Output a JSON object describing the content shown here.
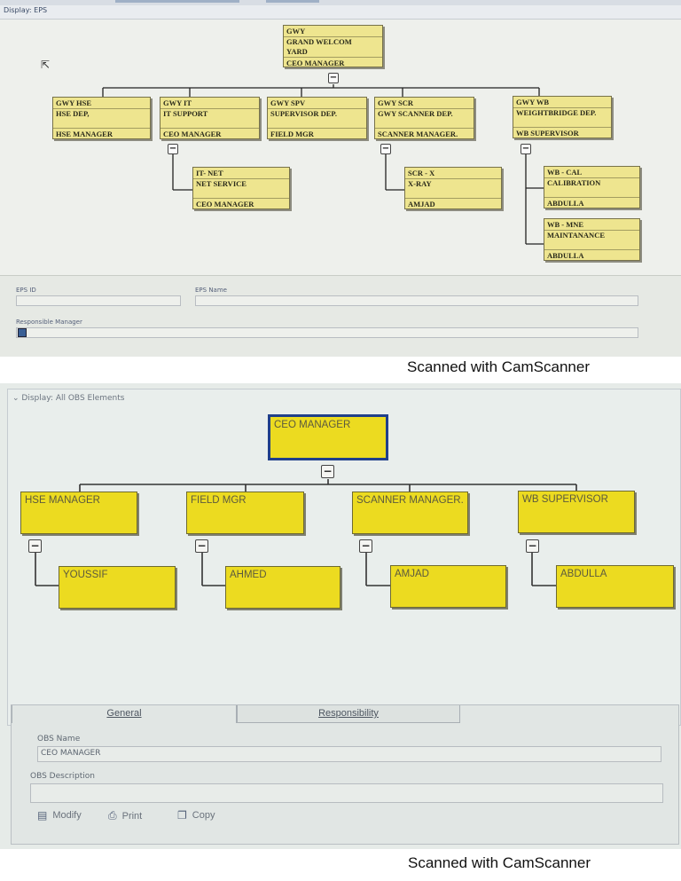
{
  "eps_panel": {
    "header": "Display: EPS",
    "root": {
      "code": "GWY",
      "name": "GRAND WELCOM\nYARD",
      "manager": "CEO MANAGER"
    },
    "children": [
      {
        "code": "GWY HSE",
        "name": "HSE DEP,",
        "manager": "HSE MANAGER"
      },
      {
        "code": "GWY IT",
        "name": "IT SUPPORT",
        "manager": "CEO MANAGER"
      },
      {
        "code": "GWY SPV",
        "name": "SUPERVISOR DEP.",
        "manager": "FIELD MGR"
      },
      {
        "code": "GWY SCR",
        "name": "GWY SCANNER DEP.",
        "manager": "SCANNER MANAGER."
      },
      {
        "code": "GWY WB",
        "name": "WEIGHTBRIDGE DEP.",
        "manager": "WB SUPERVISOR"
      }
    ],
    "grandchildren": [
      {
        "code": "IT- NET",
        "name": "NET SERVICE",
        "manager": "CEO MANAGER"
      },
      {
        "code": "SCR - X",
        "name": "X-RAY",
        "manager": "AMJAD"
      },
      {
        "code": "WB - CAL",
        "name": "CALIBRATION",
        "manager": "ABDULLA"
      },
      {
        "code": "WB - MNE",
        "name": "MAINTANANCE",
        "manager": "ABDULLA"
      }
    ],
    "expand_glyph": "−",
    "form": {
      "eps_id_label": "EPS ID",
      "eps_name_label": "EPS Name",
      "responsible_label": "Responsible Manager"
    }
  },
  "obs_panel": {
    "header": "Display: All OBS Elements",
    "root": "CEO MANAGER",
    "managers": [
      "HSE MANAGER",
      "FIELD MGR",
      "SCANNER MANAGER.",
      "WB SUPERVISOR"
    ],
    "members": [
      "YOUSSIF",
      "AHMED",
      "AMJAD",
      "ABDULLA"
    ],
    "tabs": {
      "general": "General",
      "responsibility": "Responsibility"
    },
    "form": {
      "obs_name_label": "OBS Name",
      "obs_name_value": "CEO MANAGER",
      "obs_description_label": "OBS Description"
    },
    "buttons": {
      "modify": "Modify",
      "print": "Print",
      "copy": "Copy"
    }
  },
  "watermark": "Scanned with CamScanner",
  "colors": {
    "eps_node": "#eee58f",
    "obs_node": "#ecdb20",
    "selected_border": "#203f8a"
  }
}
